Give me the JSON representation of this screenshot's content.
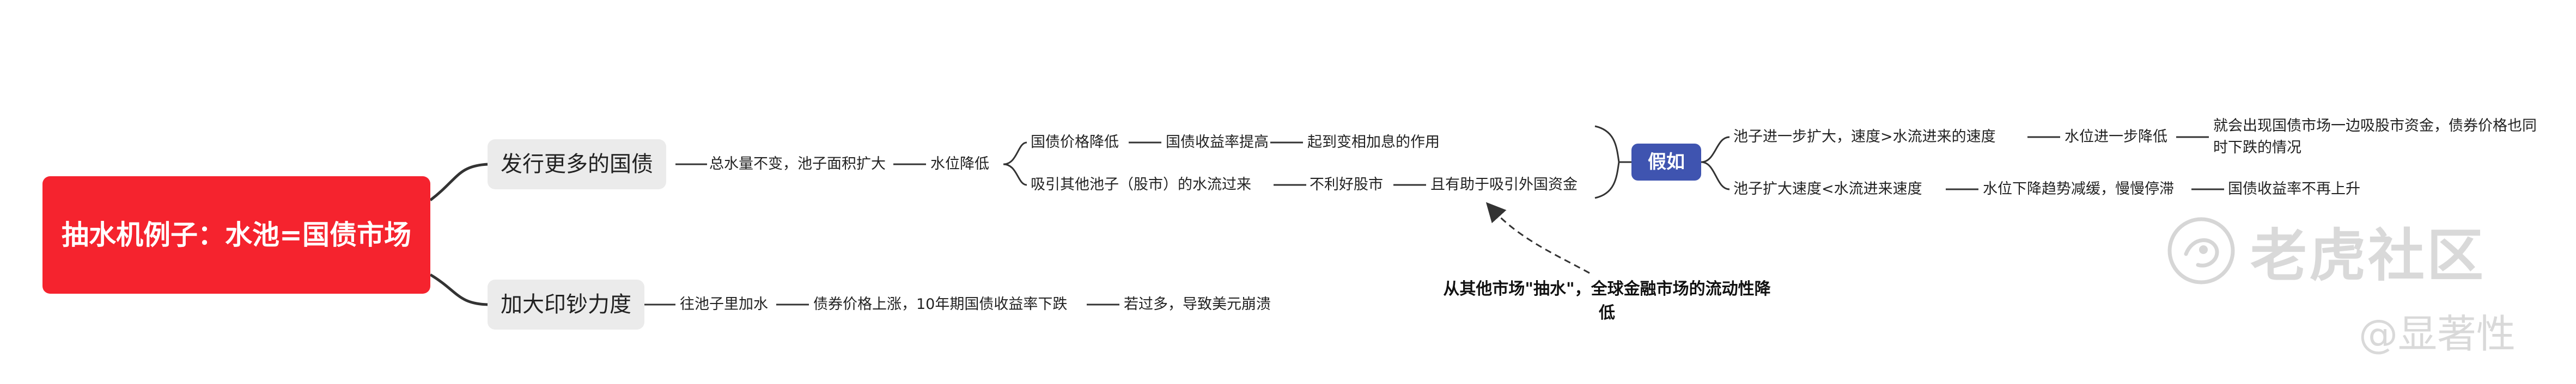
{
  "root": {
    "title": "抽水机例子：水池=国债市场"
  },
  "branch1": {
    "label": "发行更多的国债",
    "step1": "总水量不变，池子面积扩大",
    "step2": "水位降低",
    "sub_a": {
      "label": "国债价格降低",
      "next": "国债收益率提高",
      "next2": "起到变相加息的作用"
    },
    "sub_b": {
      "label": "吸引其他池子（股市）的水流过来",
      "next": "不利好股市",
      "next2": "且有助于吸引外国资金"
    }
  },
  "branch2": {
    "label": "加大印钞力度",
    "step1": "往池子里加水",
    "step2": "债券价格上涨，10年期国债收益率下跌",
    "step3": "若过多，导致美元崩溃"
  },
  "assumption": {
    "label": "假如",
    "case1": {
      "condition": "池子进一步扩大，速度>水流进来的速度",
      "result": "水位进一步降低",
      "outcome": "就会出现国债市场一边吸股市资金，债券价格也同时下跌的情况"
    },
    "case2": {
      "condition": "池子扩大速度<水流进来速度",
      "result": "水位下降趋势减缓，慢慢停滞",
      "outcome": "国债收益率不再上升"
    }
  },
  "annotation": "从其他市场\"抽水\"，全球金融市场的流动性降低",
  "watermark": {
    "brand": "老虎社区",
    "handle": "@显著性"
  }
}
